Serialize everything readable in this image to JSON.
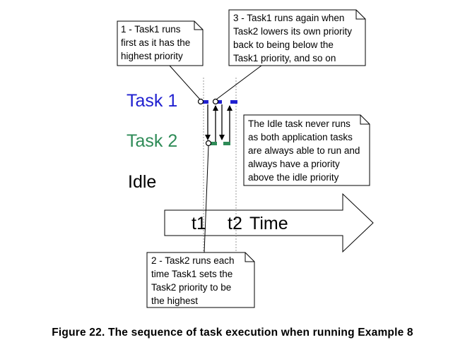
{
  "colors": {
    "task1": "#2020d0",
    "task2": "#2e8b57",
    "idle": "#000000"
  },
  "tasks": {
    "task1": "Task 1",
    "task2": "Task 2",
    "idle": "Idle"
  },
  "axis": {
    "t1": "t1",
    "t2": "t2",
    "time": "Time"
  },
  "notes": {
    "note1": [
      "1 - Task1 runs",
      "first as it has the",
      "highest priority"
    ],
    "note2": [
      "2 - Task2 runs each",
      "time Task1 sets the",
      "Task2 priority to be",
      "the highest"
    ],
    "note3": [
      "3 - Task1 runs again when",
      "Task2 lowers its own priority",
      "back to being below the",
      "Task1 priority, and so on"
    ],
    "note4": [
      "The Idle task never runs",
      "as both application tasks",
      "are always able to run and",
      "always have a priority",
      "above the idle priority"
    ]
  },
  "caption": "Figure 22.  The sequence of task execution when running Example 8"
}
